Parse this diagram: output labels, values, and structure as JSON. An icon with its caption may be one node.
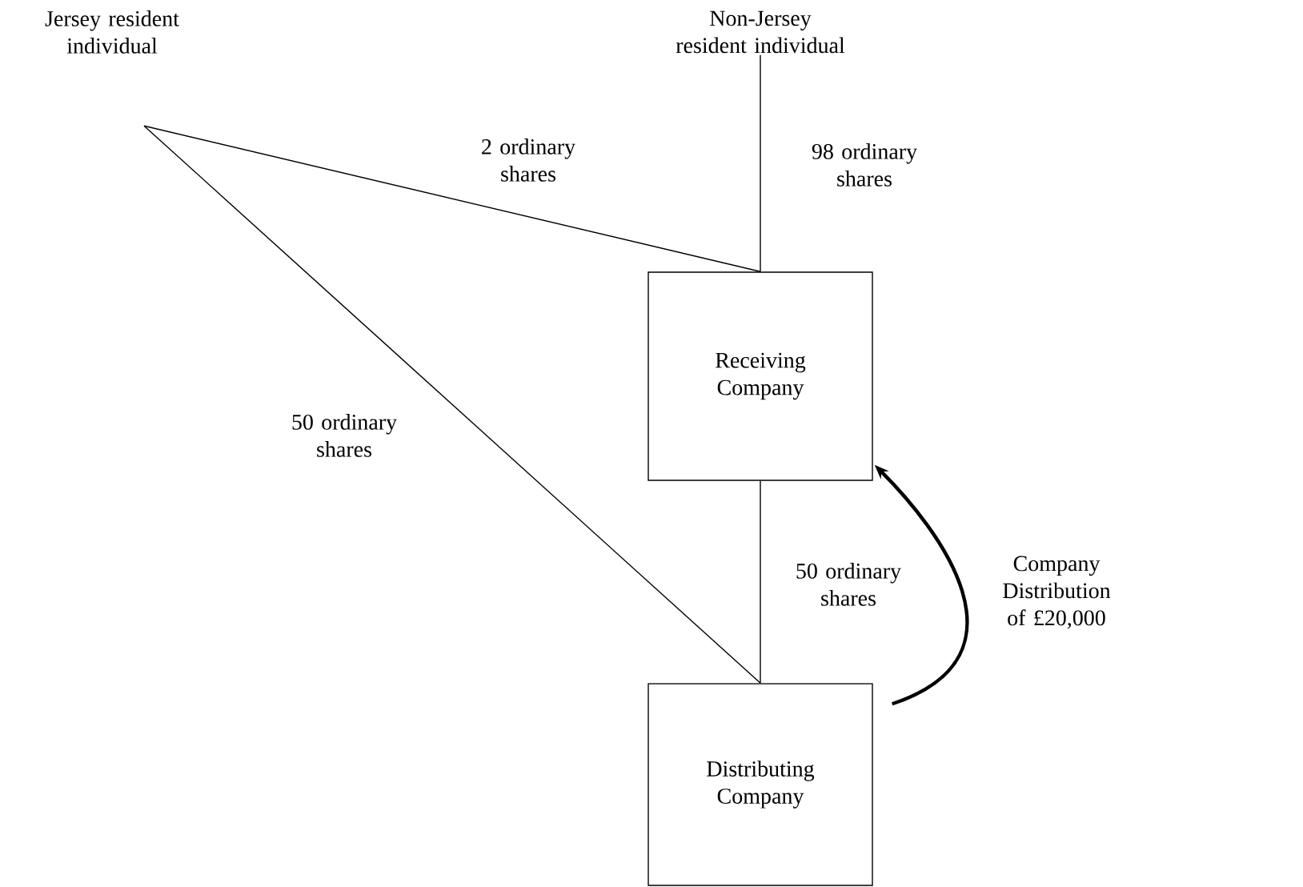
{
  "diagram": {
    "nodes": [
      {
        "text": [
          "Jersey resident individual"
        ]
      },
      {
        "text": [
          "Non-Jersey resident individual"
        ]
      },
      {
        "text": [
          "Receiving Company"
        ]
      },
      {
        "text": [
          "Distributing Company"
        ]
      }
    ],
    "edges": [
      {
        "from": 0,
        "to": 2,
        "arrow": "none",
        "label": "2 ordinary shares"
      },
      {
        "from": 1,
        "to": 2,
        "arrow": "none",
        "label": "98 ordinary shares"
      },
      {
        "from": 0,
        "to": 3,
        "arrow": "none",
        "label": "50 ordinary shares"
      },
      {
        "from": 2,
        "to": 3,
        "arrow": "none",
        "label": "50 ordinary shares"
      },
      {
        "from": 3,
        "to": 2,
        "arrow": "to",
        "label": "Company Distribution of £20,000",
        "style": "thick"
      }
    ]
  }
}
